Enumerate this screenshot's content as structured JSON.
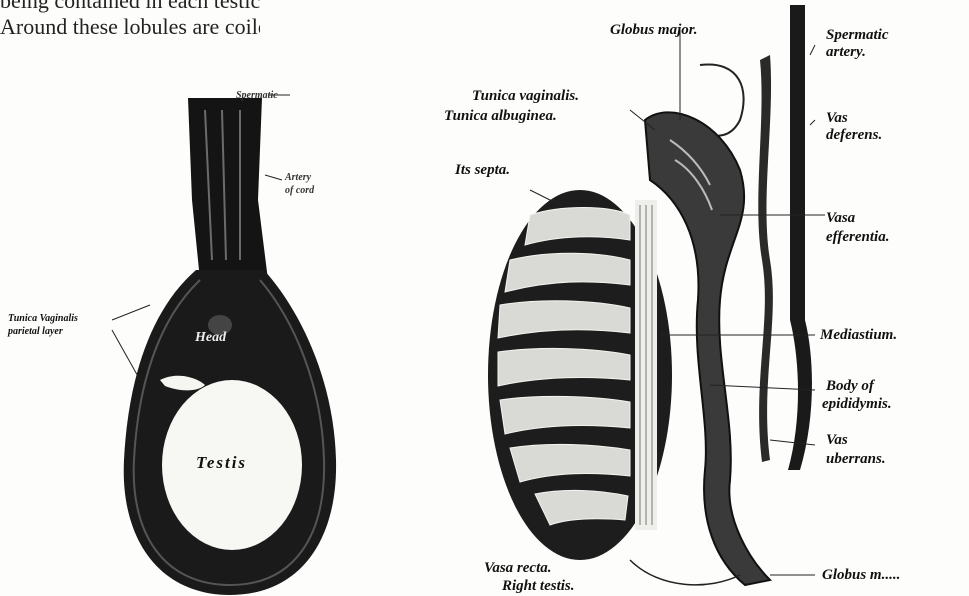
{
  "text_lines": [
    "being contained in each testicle.",
    "Around these lobules are coiled"
  ],
  "left_figure": {
    "labels": {
      "spermatic": "Spermatic",
      "artery": "Artery",
      "of_cord": "of cord",
      "tunica_vaginalis": "Tunica Vaginalis",
      "parietal_layer": "parietal layer",
      "head": "Head",
      "testis": "Testis"
    }
  },
  "right_figure": {
    "labels": {
      "globus_major": "Globus major.",
      "spermatic_artery_1": "Spermatic",
      "spermatic_artery_2": "artery.",
      "tunica_vaginalis": "Tunica vaginalis.",
      "tunica_albuginea": "Tunica albuginea.",
      "its_septa": "Its septa.",
      "vas_deferens_1": "Vas",
      "vas_deferens_2": "deferens.",
      "vasa_efferentia_1": "Vasa",
      "vasa_efferentia_2": "efferentia.",
      "mediastinum": "Mediastium.",
      "body_epididymis_1": "Body of",
      "body_epididymis_2": "epididymis.",
      "vas_aberrans_1": "Vas",
      "vas_aberrans_2": "uberrans.",
      "globus_minor": "Globus m.....",
      "vasa_recta": "Vasa recta.",
      "right_testis": "Right testis."
    }
  }
}
